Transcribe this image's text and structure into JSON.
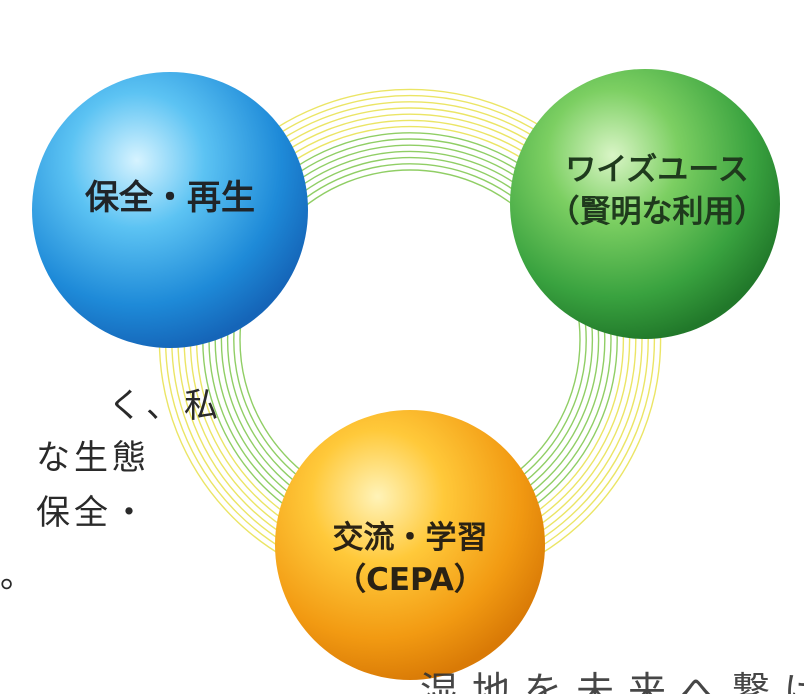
{
  "spheres": [
    {
      "name": "hozen",
      "lines": [
        "保全・再生"
      ],
      "color": "#2f9fe6"
    },
    {
      "name": "wise-use",
      "lines": [
        "ワイズユース",
        "（賢明な利用）"
      ],
      "color": "#3fae4a"
    },
    {
      "name": "cepa",
      "lines": [
        "交流・学習",
        "（CEPA）"
      ],
      "color": "#f2a51c"
    }
  ],
  "side_text": [
    "く、私",
    "な生態",
    "保全・",
    "。"
  ],
  "bottom_text": "湿地を未来へ繋げるため"
}
